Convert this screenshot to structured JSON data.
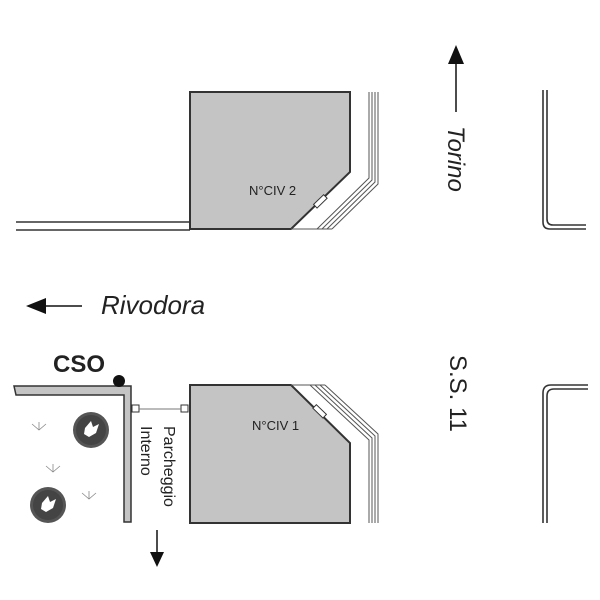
{
  "map": {
    "labels": {
      "torino": "Torino",
      "rivodora": "Rivodora",
      "ss11": "S.S. 11",
      "cso": "CSO",
      "civ2": "N°CIV 2",
      "civ1": "N°CIV 1",
      "parcheggio": "Parcheggio",
      "interno": "Interno"
    },
    "colors": {
      "building": "#c4c4c4",
      "outline": "#333333",
      "tree": "#555555",
      "marker": "#111111"
    },
    "icons": {
      "direction_up": "arrow-up-icon",
      "direction_left": "arrow-left-icon",
      "direction_down": "arrow-down-icon",
      "tree": "tree-icon",
      "grass": "grass-icon",
      "cso_marker": "dot-marker-icon"
    }
  }
}
